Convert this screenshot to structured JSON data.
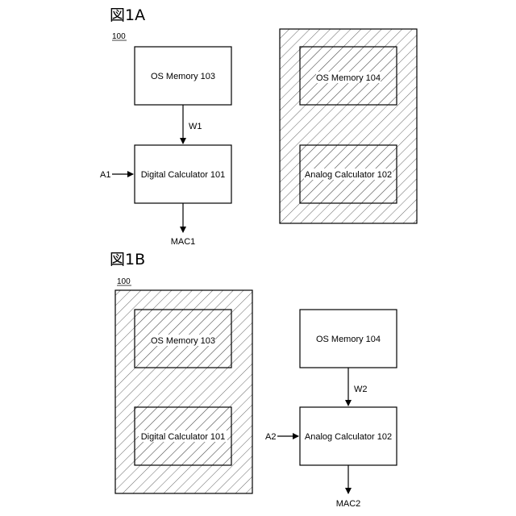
{
  "figure_a": {
    "title": "図1A",
    "ref": "100",
    "os_memory_103": "OS Memory 103",
    "digital_calculator_101": "Digital Calculator 101",
    "os_memory_104": "OS Memory 104",
    "analog_calculator_102": "Analog Calculator 102",
    "signal_w1": "W1",
    "signal_a1": "A1",
    "output_mac1": "MAC1"
  },
  "figure_b": {
    "title": "図1B",
    "ref": "100",
    "os_memory_103": "OS Memory 103",
    "digital_calculator_101": "Digital Calculator 101",
    "os_memory_104": "OS Memory 104",
    "analog_calculator_102": "Analog Calculator 102",
    "signal_w2": "W2",
    "signal_a2": "A2",
    "output_mac2": "MAC2"
  }
}
